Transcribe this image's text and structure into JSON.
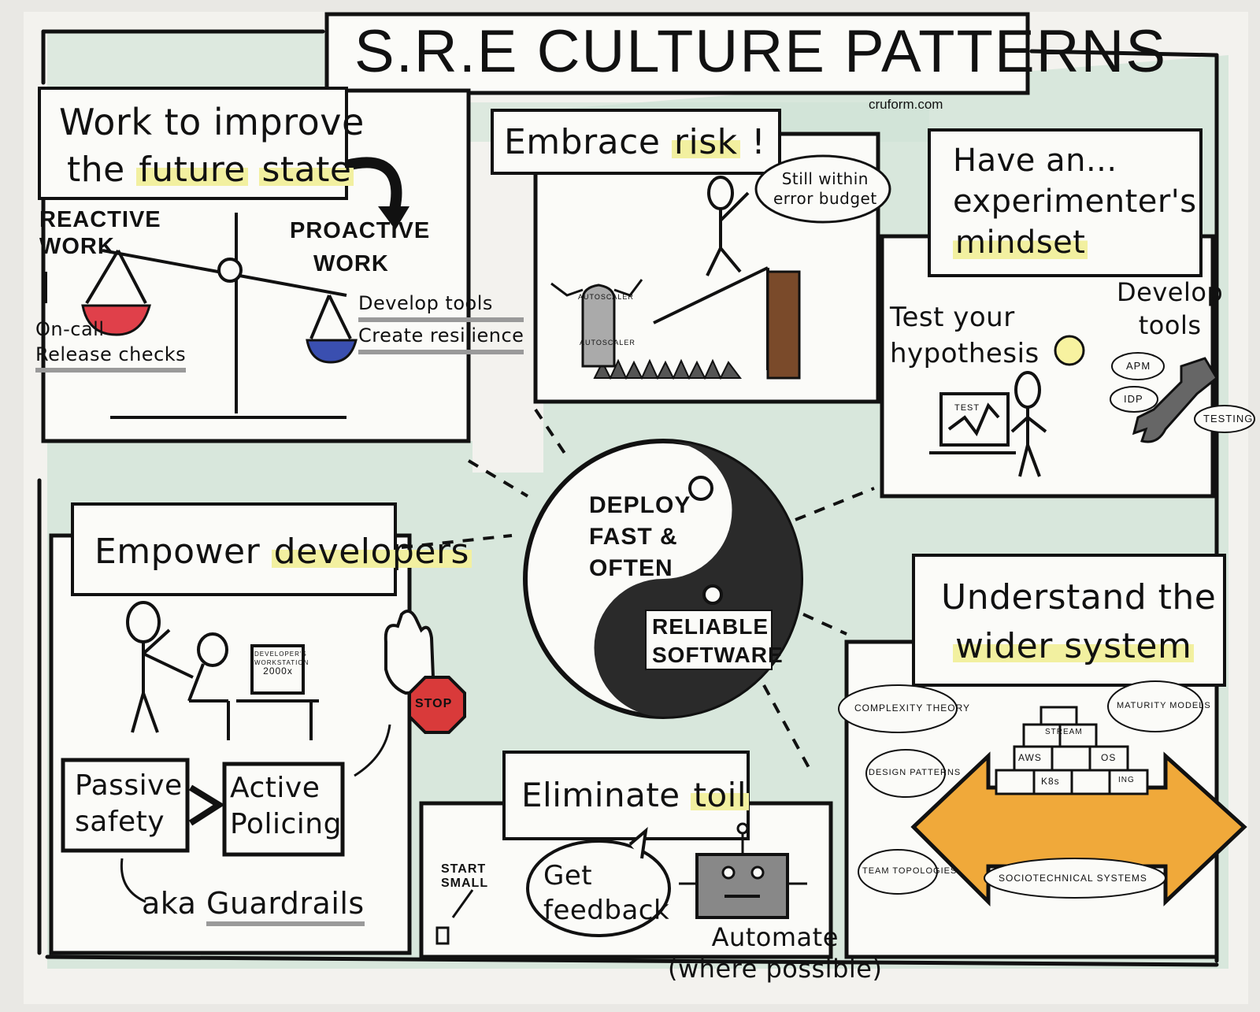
{
  "title": "S.R.E CULTURE PATTERNS",
  "attribution": "cruform.com",
  "center": {
    "top_text": [
      "DEPLOY",
      "FAST &",
      "OFTEN"
    ],
    "bottom_text": [
      "RELIABLE",
      "SOFTWARE"
    ]
  },
  "sections": {
    "improve": {
      "title_line1": "Work to improve",
      "title_line2_a": "the",
      "title_line2_b": "future",
      "title_line2_c": "state",
      "reactive": [
        "REACTIVE",
        "WORK"
      ],
      "proactive": [
        "PROACTIVE",
        "WORK"
      ],
      "reactive_items": [
        "On-call",
        "Release checks"
      ],
      "proactive_items": [
        "Develop tools",
        "Create resilience"
      ]
    },
    "risk": {
      "title_a": "Embrace",
      "title_b": "risk",
      "title_c": "!",
      "bubble": [
        "Still within",
        "error budget"
      ],
      "monster_label_top": "AUTOSCALER",
      "monster_label_bottom": "AUTOSCALER"
    },
    "experimenter": {
      "title": [
        "Have an...",
        "experimenter's",
        "mindset"
      ],
      "test": [
        "Test your",
        "hypothesis"
      ],
      "develop": [
        "Develop",
        "tools"
      ],
      "laptop_label": "TEST",
      "clouds": [
        "APM",
        "IDP",
        "TESTING"
      ]
    },
    "empower": {
      "title_a": "Empower",
      "title_b": "developers",
      "screen_label": [
        "DEVELOPER'S",
        "WORKSTATION",
        "2000x"
      ],
      "stop_sign": "STOP",
      "passive": [
        "Passive",
        "safety"
      ],
      "active": [
        "Active",
        "Policing"
      ],
      "aka": "aka",
      "guardrails": "Guardrails"
    },
    "toil": {
      "title_a": "Eliminate",
      "title_b": "toil",
      "start_small": [
        "START",
        "SMALL"
      ],
      "feedback": [
        "Get",
        "feedback"
      ],
      "automate": [
        "Automate",
        "(where possible)"
      ]
    },
    "wider": {
      "title_line1": "Understand the",
      "title_line2": "wider system",
      "clouds": [
        "COMPLEXITY THEORY",
        "MATURITY MODELS",
        "DESIGN PATTERNS",
        "TEAM TOPOLOGIES",
        "SOCIOTECHNICAL SYSTEMS"
      ],
      "blocks": [
        "STREAM",
        "AWS",
        "OS",
        "K8s",
        "ING"
      ]
    }
  },
  "colors": {
    "paper": "#f3f2ee",
    "green_wash": "#cfe3d6",
    "highlight": "#f2f0a0",
    "red_pan": "#e0404a",
    "blue_pan": "#3a4fb0",
    "brown_wall": "#7a4a2a",
    "orange_arrow": "#f0a93a",
    "stop_red": "#d93a3a",
    "ink": "#111111"
  }
}
